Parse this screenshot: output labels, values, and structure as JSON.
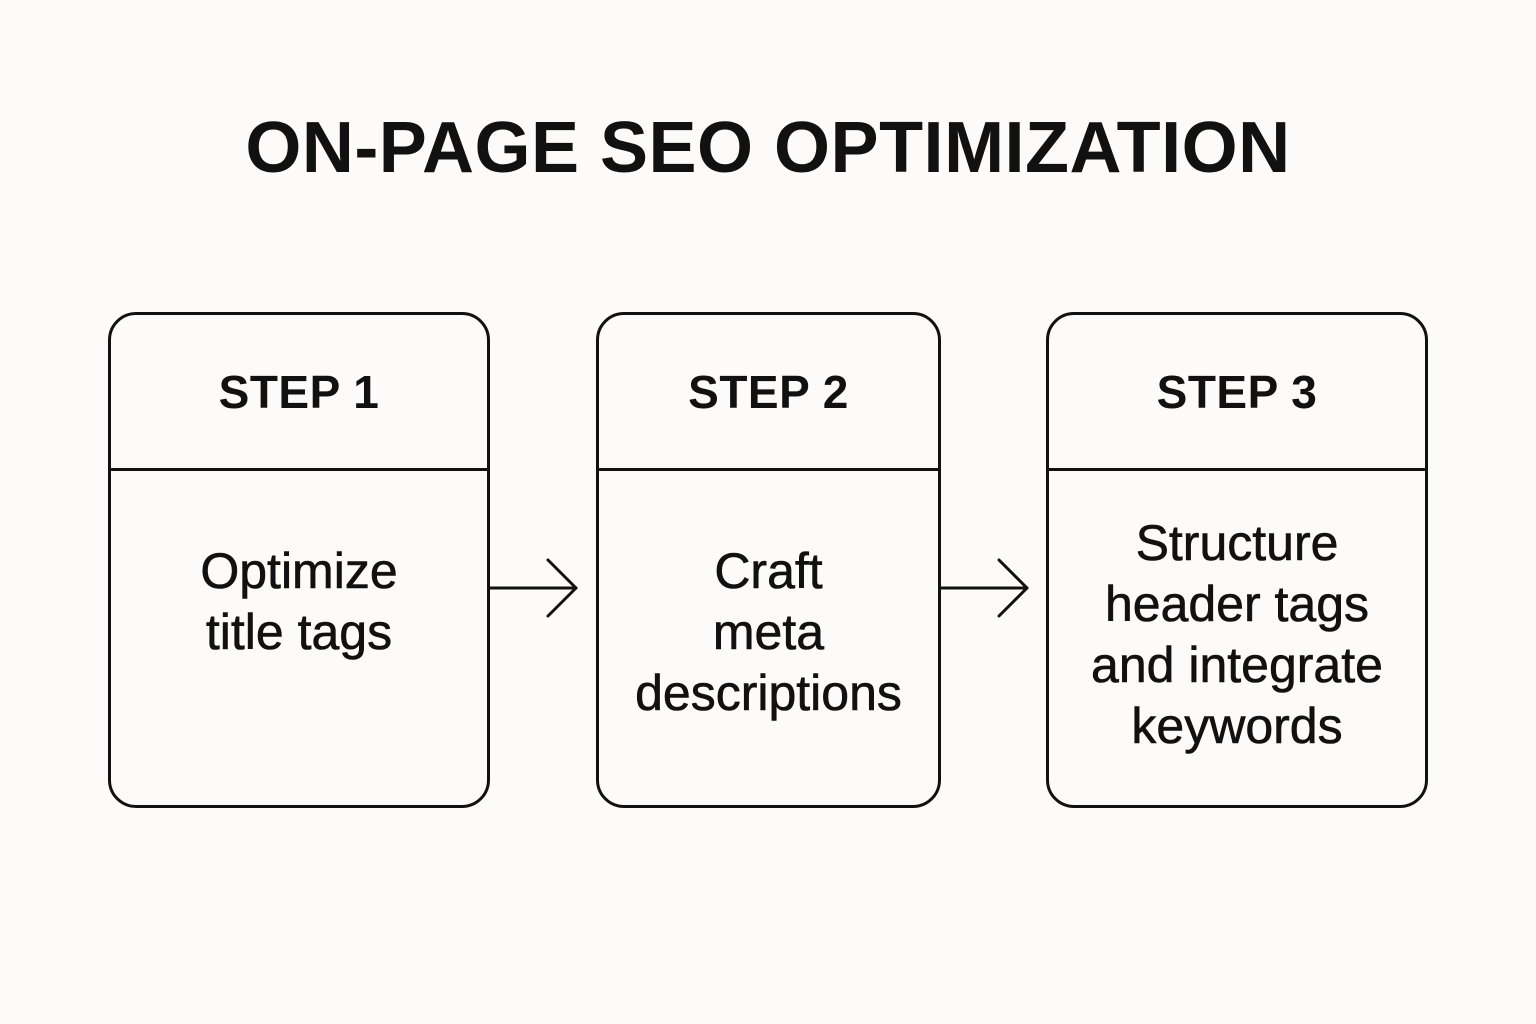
{
  "title": "ON-PAGE SEO OPTIMIZATION",
  "steps": [
    {
      "label": "STEP 1",
      "lines": [
        "Optimize",
        "title tags"
      ]
    },
    {
      "label": "STEP 2",
      "lines": [
        "Craft",
        "meta",
        "descriptions"
      ]
    },
    {
      "label": "STEP 3",
      "lines": [
        "Structure",
        "header tags",
        "and integrate",
        "keywords"
      ]
    }
  ],
  "colors": {
    "background": "#fcfbf9",
    "ink": "#111111"
  },
  "icons": {
    "connector": "arrow-right-icon"
  }
}
